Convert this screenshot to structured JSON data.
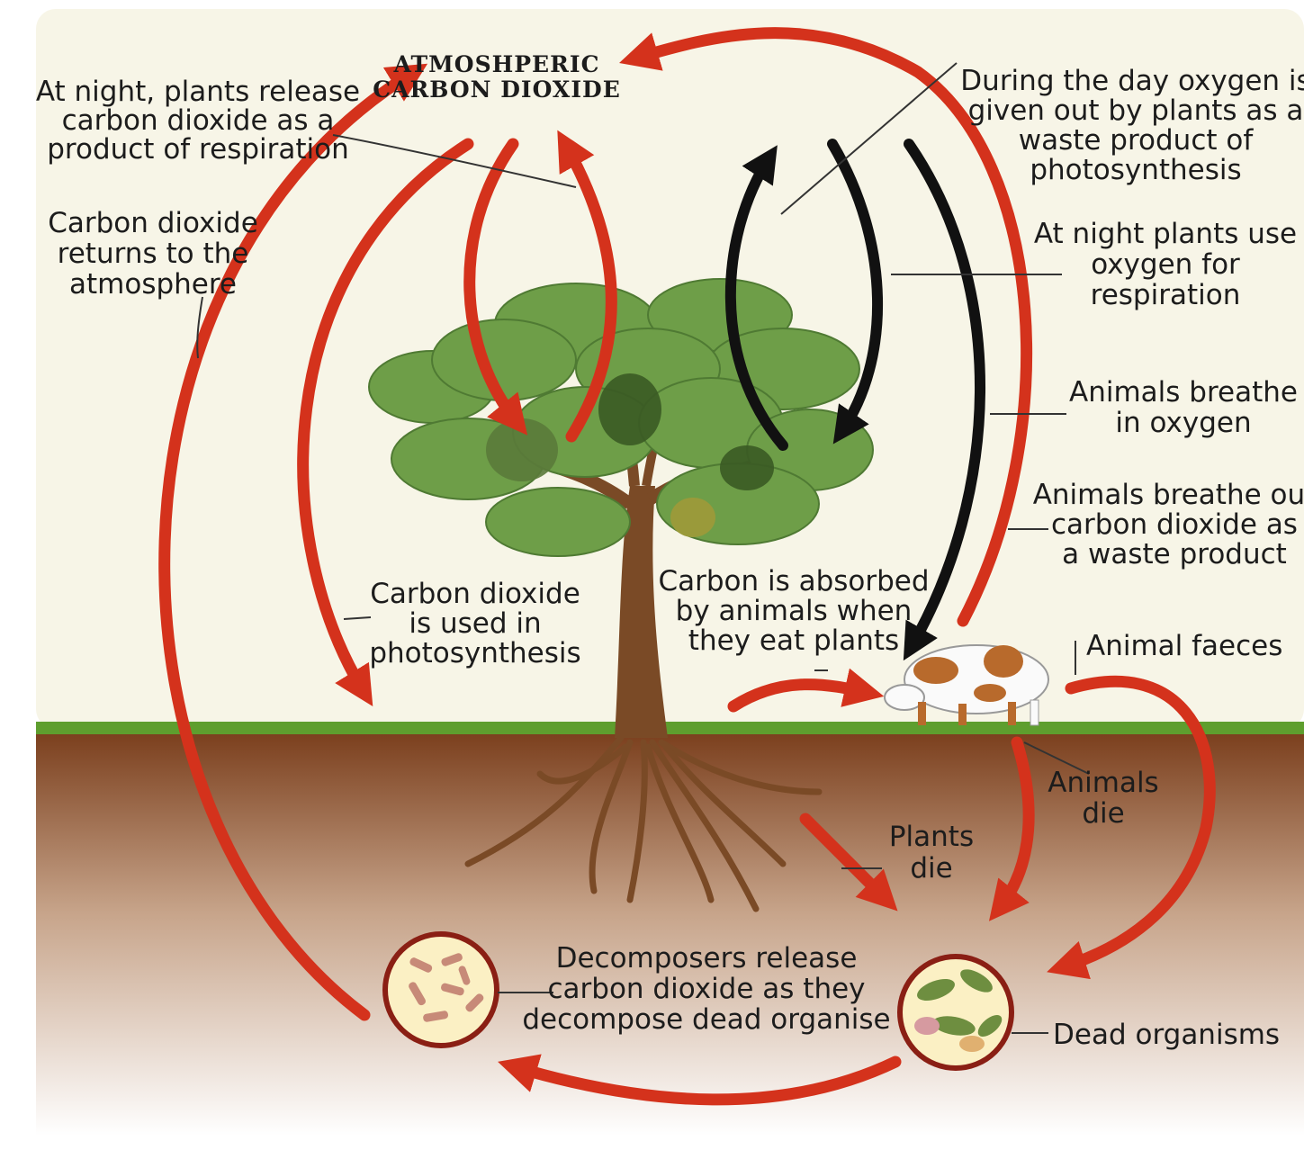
{
  "title_line1": "ATMOSHPERIC",
  "title_line2": "CARBON DIOXIDE",
  "labels": {
    "night_release": [
      "At night, plants release",
      "carbon dioxide as a",
      "product of respiration"
    ],
    "returns": [
      "Carbon dioxide",
      "returns to the",
      "atmosphere"
    ],
    "photosynthesis": [
      "Carbon dioxide",
      "is used in",
      "photosynthesis"
    ],
    "day_oxygen": [
      "During the day oxygen is",
      "given out by plants as a",
      "waste product of",
      "photosynthesis"
    ],
    "night_oxygen": [
      "At night plants use",
      "oxygen for",
      "respiration"
    ],
    "breathe_in": [
      "Animals breathe",
      "in oxygen"
    ],
    "breathe_out": [
      "Animals breathe out",
      "carbon dioxide as",
      "a waste product"
    ],
    "absorbed": [
      "Carbon is absorbed",
      "by animals when",
      "they eat plants"
    ],
    "faeces": [
      "Animal faeces"
    ],
    "animals_die": [
      "Animals",
      "die"
    ],
    "plants_die": [
      "Plants",
      "die"
    ],
    "decomposers": [
      "Decomposers release",
      "carbon dioxide as they",
      "decompose dead organise"
    ],
    "dead_organisms": [
      "Dead organisms"
    ]
  },
  "colors": {
    "background": "#f7f5e7",
    "arrow_red": "#d4321c",
    "arrow_black": "#111111",
    "ground_line": "#5e9e2e",
    "soil": "#8a4a28",
    "leaf": "#6e9e48",
    "trunk": "#7a4a26"
  }
}
